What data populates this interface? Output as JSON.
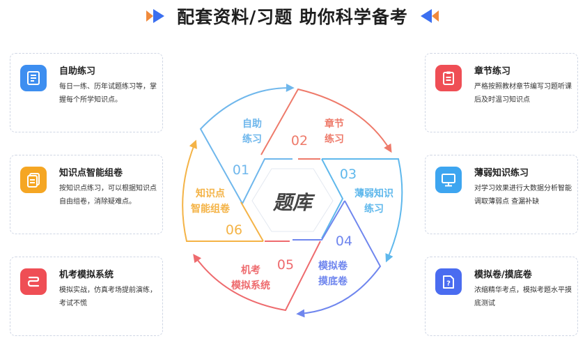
{
  "header": {
    "title": "配套资料/习题 助你科学备考"
  },
  "cards": [
    {
      "title": "自助练习",
      "desc": "每日一练、历年试题练习等，掌握每个所学知识点。",
      "color": "#3d8ef0",
      "icon": "list-doc-icon"
    },
    {
      "title": "知识点智能组卷",
      "desc": "按知识点练习，可以根据知识点自由组卷，消除疑难点。",
      "color": "#f5a623",
      "icon": "papers-icon"
    },
    {
      "title": "机考模拟系统",
      "desc": "模拟实战，仿真考场提前演练，考试不慌",
      "color": "#ef4e55",
      "icon": "exam-system-icon"
    },
    {
      "title": "章节练习",
      "desc": "严格按照教材章节编写习题听课后及时温习知识点",
      "color": "#ef4e55",
      "icon": "clipboard-icon"
    },
    {
      "title": "薄弱知识练习",
      "desc": "对学习效果进行大数据分析智能调取薄弱点 查漏补缺",
      "color": "#3da5f0",
      "icon": "monitor-icon"
    },
    {
      "title": "模拟卷/摸底卷",
      "desc": "浓缩精华考点，模拟考题水平摸底测试",
      "color": "#4a6cf0",
      "icon": "question-doc-icon"
    }
  ],
  "diagram": {
    "center": "题库",
    "segments": [
      {
        "num": "01",
        "label1": "自助",
        "label2": "练习",
        "color": "#6fb7ec"
      },
      {
        "num": "02",
        "label1": "章节",
        "label2": "练习",
        "color": "#ee7a6a"
      },
      {
        "num": "03",
        "label1": "薄弱知识",
        "label2": "练习",
        "color": "#5fb8ec"
      },
      {
        "num": "04",
        "label1": "模拟卷",
        "label2": "摸底卷",
        "color": "#6f86ee"
      },
      {
        "num": "05",
        "label1": "机考",
        "label2": "模拟系统",
        "color": "#ee6b6e"
      },
      {
        "num": "06",
        "label1": "知识点",
        "label2": "智能组卷",
        "color": "#f4b346"
      }
    ]
  }
}
